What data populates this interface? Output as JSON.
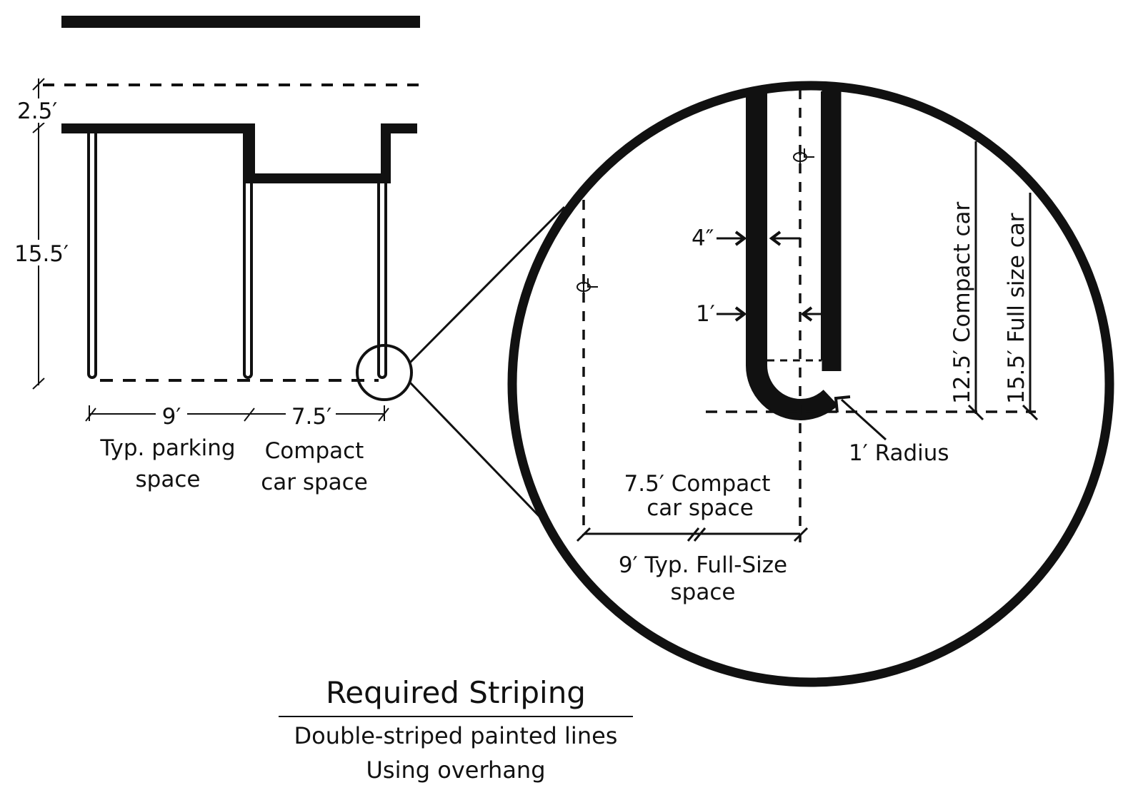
{
  "title": "Required Striping",
  "subtitle_lines": [
    "Double-striped painted lines",
    "Using overhang"
  ],
  "colors": {
    "ink": "#111111",
    "background": "#ffffff"
  },
  "overview": {
    "dim_overhang": "2.5′",
    "dim_depth": "15.5′",
    "dim_typ_width": "9′",
    "dim_compact_width": "7.5′",
    "typ_label": [
      "Typ. parking",
      "space"
    ],
    "compact_label": [
      "Compact",
      "car space"
    ]
  },
  "detail": {
    "stripe_width": "4″",
    "stripe_spacing": "1′",
    "radius": "1′ Radius",
    "compact_depth": "12.5′ Compact car",
    "full_depth": "15.5′ Full size car",
    "compact_space": [
      "7.5′ Compact",
      "car space"
    ],
    "full_space": [
      "9′ Typ. Full-Size",
      "space"
    ],
    "centerline_symbol": "centerline-icon"
  }
}
